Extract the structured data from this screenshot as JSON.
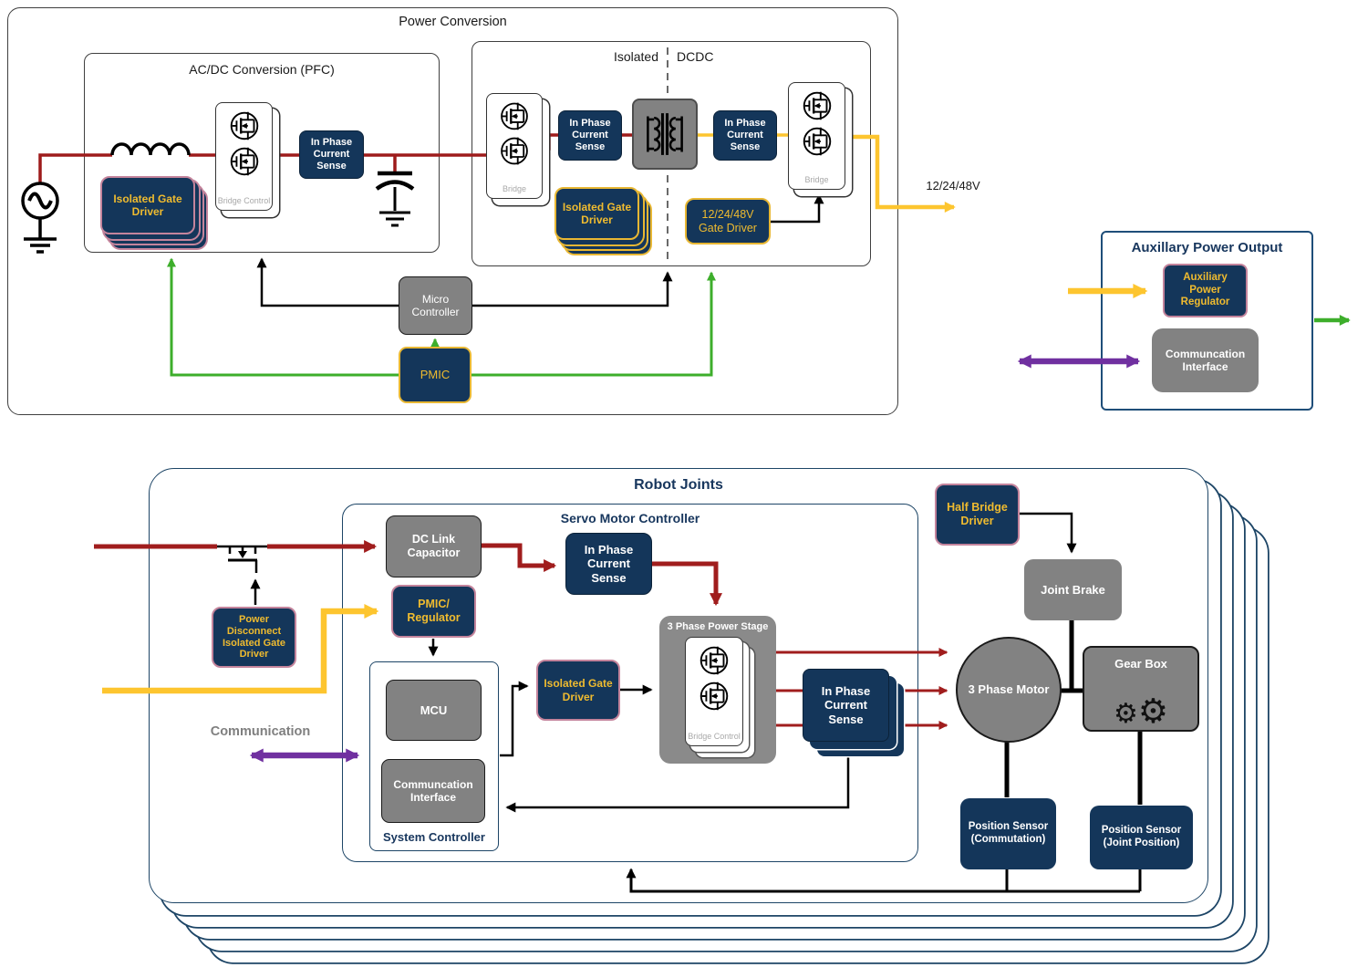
{
  "colors": {
    "navy_fill": "#14365A",
    "gold_text": "#EFBB2F",
    "gold_border": "#E8B733",
    "pink_border": "#C4849C",
    "gray_fill": "#828282",
    "red_wire": "#9E1B1B",
    "yellow_wire": "#FDC52F",
    "green_wire": "#3DAE2B",
    "purple_wire": "#7030A0",
    "container_navy": "#1d4566",
    "title_navy": "#17365D"
  },
  "power_conversion": {
    "title": "Power Conversion",
    "acdc": {
      "title": "AC/DC Conversion (PFC)",
      "bridge_control_label": "Bridge Control",
      "current_sense_label": "In Phase Current Sense",
      "isolated_gate_driver_label": "Isolated Gate Driver"
    },
    "dcdc": {
      "title_left": "Isolated",
      "title_right": "DCDC",
      "primary_bridge_label": "Bridge",
      "secondary_bridge_label": "Bridge",
      "primary_current_sense_label": "In Phase Current Sense",
      "secondary_current_sense_label": "In Phase Current Sense",
      "isolated_gate_driver_label": "Isolated Gate Driver",
      "hv_gate_driver_label": "12/24/48V Gate Driver"
    },
    "micro_controller_label": "Micro Controller",
    "pmic_label": "PMIC",
    "dc_output_label": "12/24/48V"
  },
  "auxiliary": {
    "title": "Auxillary Power Output",
    "regulator_label": "Auxiliary Power Regulator",
    "comm_interface_label": "Communcation Interface"
  },
  "robot_joints": {
    "title": "Robot Joints",
    "power_disconnect_label": "Power Disconnect Isolated Gate Driver",
    "communication_label": "Communication",
    "servo": {
      "title": "Servo Motor Controller",
      "dc_link_label": "DC Link Capacitor",
      "pmic_label": "PMIC/ Regulator",
      "in_current_sense_label": "In Phase Current Sense",
      "isolated_gate_driver_label": "Isolated Gate Driver",
      "power_stage": {
        "title": "3 Phase Power Stage",
        "bridge_control_label": "Bridge Control"
      },
      "phase_current_sense_label": "In Phase Current Sense",
      "system_controller": {
        "title": "System Controller",
        "mcu_label": "MCU",
        "comm_interface_label": "Communcation Interface"
      }
    },
    "half_bridge_label": "Half Bridge Driver",
    "joint_brake_label": "Joint Brake",
    "motor_label": "3 Phase Motor",
    "gear_box_label": "Gear Box",
    "position_sensor_commutation_label": "Position Sensor (Commutation)",
    "position_sensor_joint_label": "Position Sensor (Joint Position)",
    "gears_icon": "⚙"
  }
}
